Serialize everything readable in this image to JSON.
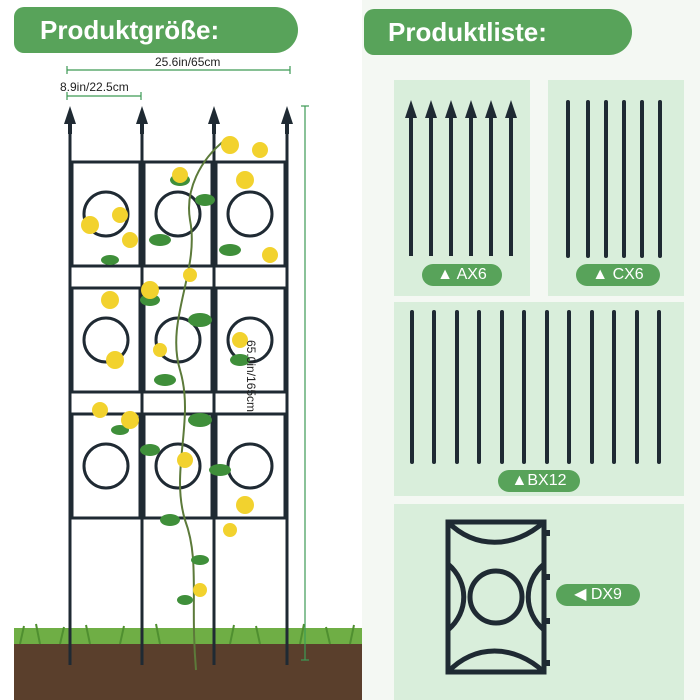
{
  "left_title": "Produktgröße:",
  "right_title": "Produktliste:",
  "dimensions": {
    "width": "25.6in/65cm",
    "panel_width": "8.9in/22.5cm",
    "height": "65.0in/165cm"
  },
  "parts": {
    "a": "AX6",
    "c": "CX6",
    "b": "BX12",
    "d": "DX9"
  },
  "colors": {
    "accent": "#58a35a",
    "box": "#d9eedb",
    "metal": "#1f2a33"
  }
}
